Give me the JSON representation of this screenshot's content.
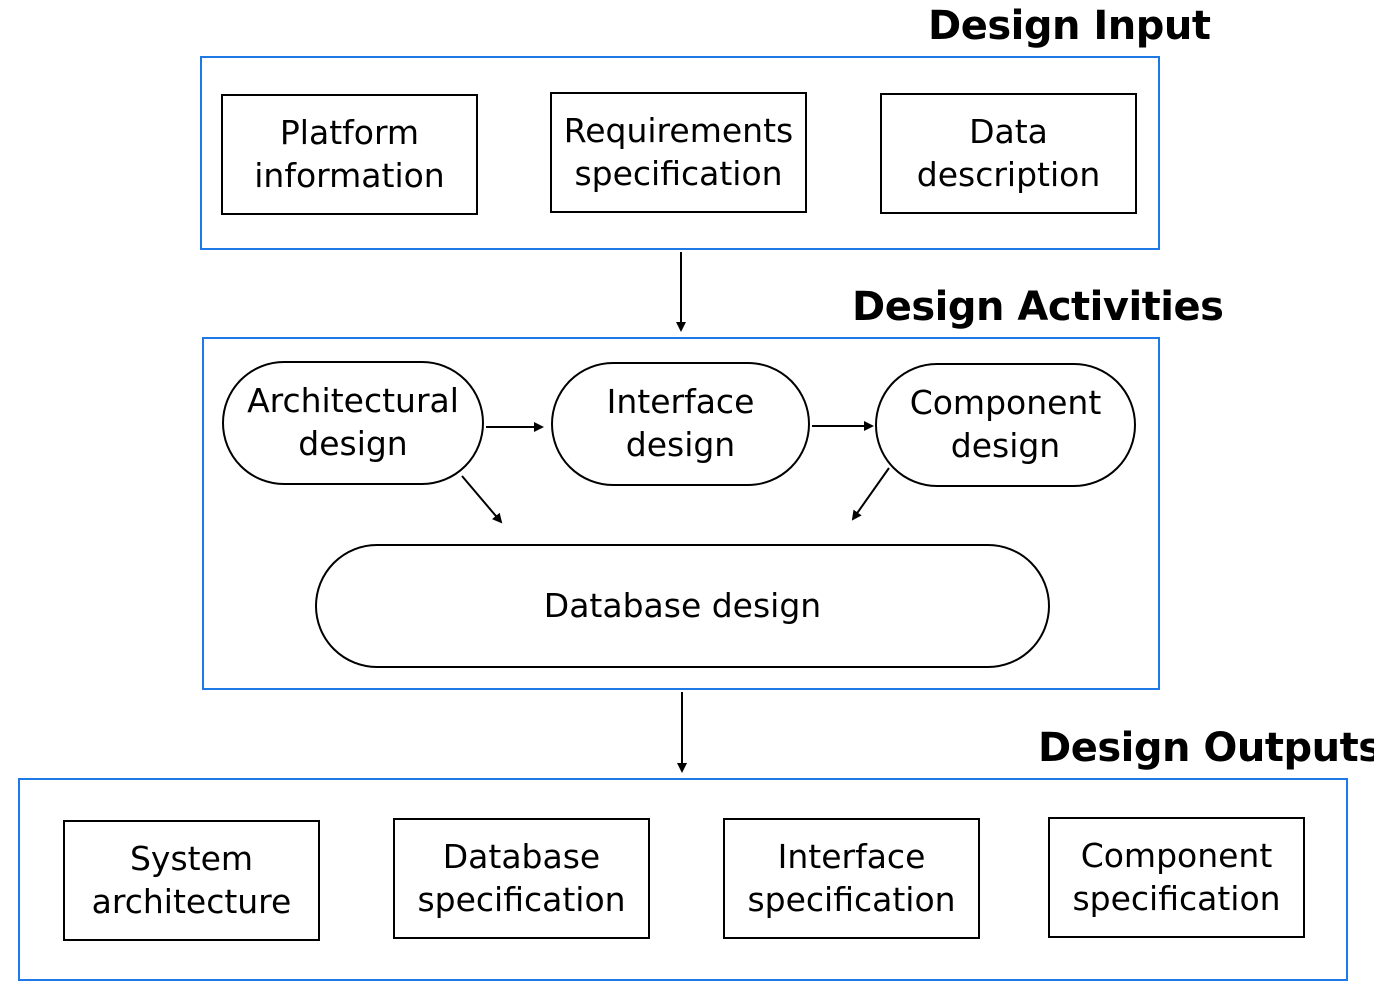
{
  "sections": {
    "input": {
      "title": "Design Input",
      "boxes": [
        {
          "line1": "Platform",
          "line2": "information"
        },
        {
          "line1": "Requirements",
          "line2": "specification"
        },
        {
          "line1": "Data",
          "line2": "description"
        }
      ]
    },
    "activities": {
      "title": "Design Activities",
      "nodes": [
        {
          "line1": "Architectural",
          "line2": "design"
        },
        {
          "line1": "Interface",
          "line2": "design"
        },
        {
          "line1": "Component",
          "line2": "design"
        }
      ],
      "database": "Database design"
    },
    "outputs": {
      "title": "Design Outputs",
      "boxes": [
        {
          "line1": "System",
          "line2": "architecture"
        },
        {
          "line1": "Database",
          "line2": "specification"
        },
        {
          "line1": "Interface",
          "line2": "specification"
        },
        {
          "line1": "Component",
          "line2": "specification"
        }
      ]
    }
  },
  "colors": {
    "frame": "#1e78e6",
    "stroke": "#000000"
  }
}
